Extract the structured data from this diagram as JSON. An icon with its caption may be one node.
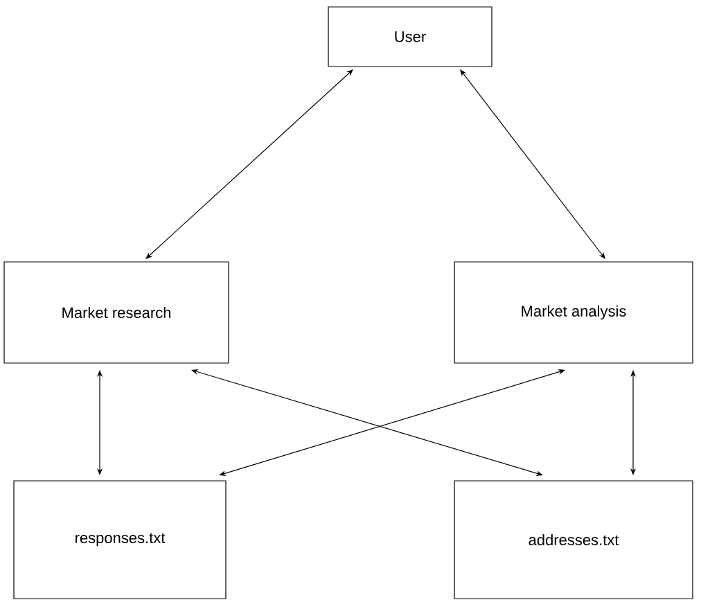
{
  "diagram": {
    "nodes": [
      {
        "text": [
          "User"
        ]
      },
      {
        "text": [
          "Market research"
        ]
      },
      {
        "text": [
          "Market analysis"
        ]
      },
      {
        "text": [
          "responses.txt"
        ]
      },
      {
        "text": [
          "addresses.txt"
        ]
      }
    ],
    "edges": [
      {
        "from": 0,
        "to": 1,
        "arrow": "both"
      },
      {
        "from": 0,
        "to": 2,
        "arrow": "both"
      },
      {
        "from": 1,
        "to": 3,
        "arrow": "both"
      },
      {
        "from": 2,
        "to": 4,
        "arrow": "both"
      },
      {
        "from": 1,
        "to": 4,
        "arrow": "both"
      },
      {
        "from": 2,
        "to": 3,
        "arrow": "both"
      }
    ]
  }
}
